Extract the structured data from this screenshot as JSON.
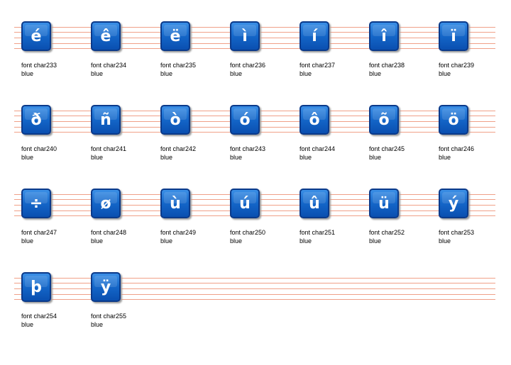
{
  "items": [
    {
      "char": "é",
      "name": "font char233",
      "color": "blue"
    },
    {
      "char": "ê",
      "name": "font char234",
      "color": "blue"
    },
    {
      "char": "ë",
      "name": "font char235",
      "color": "blue"
    },
    {
      "char": "ì",
      "name": "font char236",
      "color": "blue"
    },
    {
      "char": "í",
      "name": "font char237",
      "color": "blue"
    },
    {
      "char": "î",
      "name": "font char238",
      "color": "blue"
    },
    {
      "char": "ï",
      "name": "font char239",
      "color": "blue"
    },
    {
      "char": "ð",
      "name": "font char240",
      "color": "blue"
    },
    {
      "char": "ñ",
      "name": "font char241",
      "color": "blue"
    },
    {
      "char": "ò",
      "name": "font char242",
      "color": "blue"
    },
    {
      "char": "ó",
      "name": "font char243",
      "color": "blue"
    },
    {
      "char": "ô",
      "name": "font char244",
      "color": "blue"
    },
    {
      "char": "õ",
      "name": "font char245",
      "color": "blue"
    },
    {
      "char": "ö",
      "name": "font char246",
      "color": "blue"
    },
    {
      "char": "÷",
      "name": "font char247",
      "color": "blue"
    },
    {
      "char": "ø",
      "name": "font char248",
      "color": "blue"
    },
    {
      "char": "ù",
      "name": "font char249",
      "color": "blue"
    },
    {
      "char": "ú",
      "name": "font char250",
      "color": "blue"
    },
    {
      "char": "û",
      "name": "font char251",
      "color": "blue"
    },
    {
      "char": "ü",
      "name": "font char252",
      "color": "blue"
    },
    {
      "char": "ý",
      "name": "font char253",
      "color": "blue"
    },
    {
      "char": "þ",
      "name": "font char254",
      "color": "blue"
    },
    {
      "char": "ÿ",
      "name": "font char255",
      "color": "blue"
    }
  ]
}
